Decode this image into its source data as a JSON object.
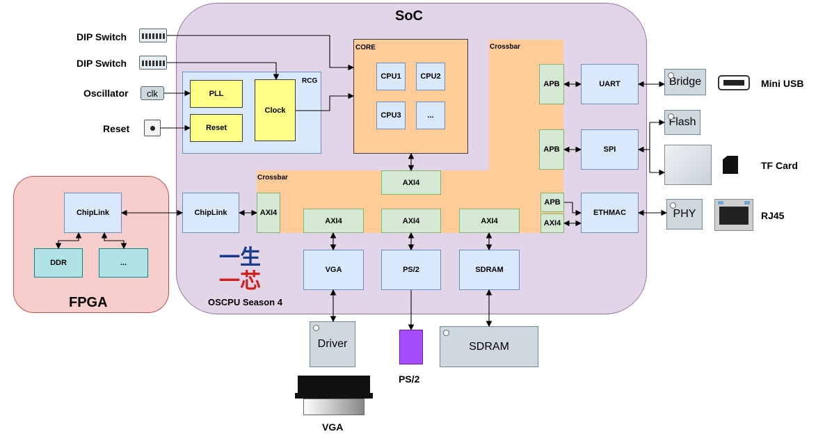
{
  "soc": {
    "title": "SoC"
  },
  "fpga": {
    "title": "FPGA",
    "chiplink": "ChipLink",
    "ddr": "DDR",
    "more": "..."
  },
  "inputs": {
    "dip1": "DIP Switch",
    "dip2": "DIP Switch",
    "osc": "Oscillator",
    "clk": "clk",
    "reset": "Reset"
  },
  "rcg": {
    "title": "RCG",
    "pll": "PLL",
    "reset": "Reset",
    "clock": "Clock"
  },
  "core": {
    "title": "CORE",
    "cpus": [
      "CPU1",
      "CPU2",
      "CPU3",
      "..."
    ]
  },
  "crossbar": {
    "top_title": "Crossbar",
    "mid_title": "Crossbar"
  },
  "bus": {
    "apb": "APB",
    "axi4": "AXI4",
    "soc_chiplink": "ChipLink"
  },
  "peripherals": {
    "uart": "UART",
    "spi": "SPI",
    "ethmac": "ETHMAC",
    "vga": "VGA",
    "ps2": "PS/2",
    "sdram": "SDRAM"
  },
  "external": {
    "bridge": "Bridge",
    "mini_usb": "Mini USB",
    "flash": "Flash",
    "tf_card": "TF Card",
    "phy": "PHY",
    "rj45": "RJ45",
    "driver": "Driver",
    "vga": "VGA",
    "ps2": "PS/2",
    "sdram": "SDRAM"
  },
  "logo": {
    "caption": "OSCPU Season 4",
    "glyph_top": "一生",
    "glyph_bottom": "一芯"
  },
  "colors": {
    "soc": "#e1d5e7",
    "fpga": "#f8cecc",
    "crossbar": "#ffcc99",
    "block": "#dae8fc",
    "bus": "#d5e8d4",
    "rcg_block": "#ffff88",
    "memory": "#b0e3e6",
    "chip": "#cfd8dc",
    "ps2_port": "#a64dff"
  }
}
